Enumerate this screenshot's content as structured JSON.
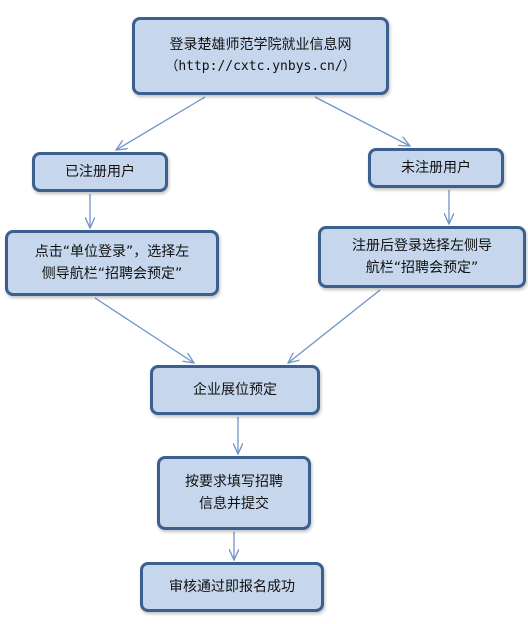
{
  "nodes": {
    "login": {
      "line1": "登录楚雄师范学院就业信息网",
      "line2": "（http://cxtc.ynbys.cn/）"
    },
    "registered_user": {
      "label": "已注册用户"
    },
    "unregistered_user": {
      "label": "未注册用户"
    },
    "registered_step": {
      "line1": "点击“单位登录”，选择左",
      "line2": "侧导航栏“招聘会预定”"
    },
    "unregistered_step": {
      "line1": "注册后登录选择左侧导",
      "line2": "航栏“招聘会预定”"
    },
    "booth_booking": {
      "label": "企业展位预定"
    },
    "fill_info": {
      "line1": "按要求填写招聘",
      "line2": "信息并提交"
    },
    "success": {
      "label": "审核通过即报名成功"
    }
  },
  "edges": [
    [
      "login",
      "registered_user"
    ],
    [
      "login",
      "unregistered_user"
    ],
    [
      "registered_user",
      "registered_step"
    ],
    [
      "unregistered_user",
      "unregistered_step"
    ],
    [
      "registered_step",
      "booth_booking"
    ],
    [
      "unregistered_step",
      "booth_booking"
    ],
    [
      "booth_booking",
      "fill_info"
    ],
    [
      "fill_info",
      "success"
    ]
  ],
  "colors": {
    "node_fill": "#c6d6ec",
    "node_border": "#3b5f8e",
    "arrow": "#6f93c7"
  }
}
